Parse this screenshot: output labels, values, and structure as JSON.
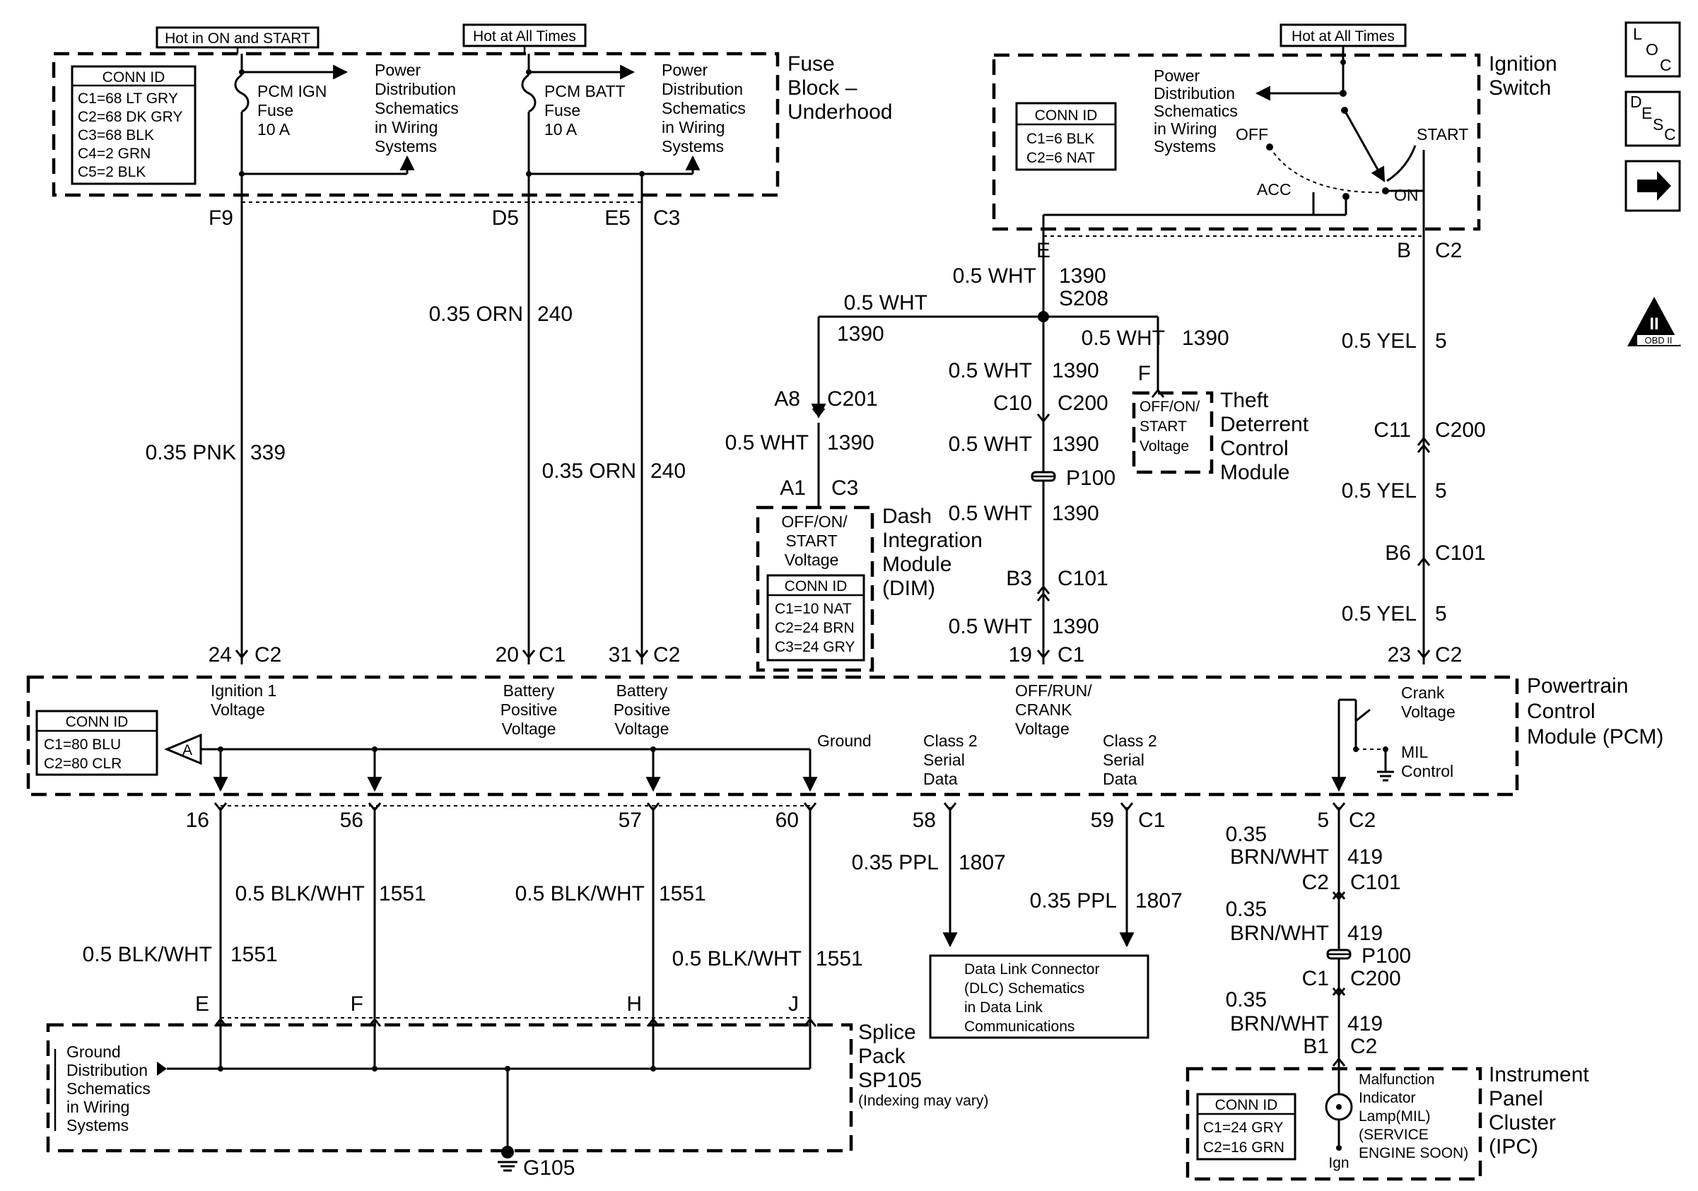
{
  "fuse_block": {
    "hot_label_1": "Hot in ON and START",
    "hot_label_2": "Hot at All Times",
    "conn_id_title": "CONN ID",
    "conn_ids": [
      "C1=68 LT GRY",
      "C2=68 DK GRY",
      "C3=68 BLK",
      "C4=2 GRN",
      "C5=2 BLK"
    ],
    "fuse1": [
      "PCM IGN",
      "Fuse",
      "10 A"
    ],
    "fuse2": [
      "PCM BATT",
      "Fuse",
      "10 A"
    ],
    "power_dist": [
      "Power",
      "Distribution",
      "Schematics",
      "in Wiring",
      "Systems"
    ],
    "name": [
      "Fuse",
      "Block –",
      "Underhood"
    ],
    "pins": {
      "f9": "F9",
      "d5": "D5",
      "e5": "E5",
      "c3": "C3"
    }
  },
  "ignition_switch": {
    "hot_label": "Hot at All Times",
    "name": [
      "Ignition",
      "Switch"
    ],
    "power_dist": [
      "Power",
      "Distribution",
      "Schematics",
      "in Wiring",
      "Systems"
    ],
    "conn_id_title": "CONN ID",
    "conn_ids": [
      "C1=6 BLK",
      "C2=6 NAT"
    ],
    "positions": {
      "off": "OFF",
      "acc": "ACC",
      "on": "ON",
      "start": "START"
    },
    "pins": {
      "e": "E",
      "b": "B",
      "c2": "C2"
    }
  },
  "side_icons": {
    "loc": [
      "L",
      "O",
      "C"
    ],
    "desc": [
      "D",
      "E",
      "S",
      "C"
    ],
    "obd": [
      "II",
      "OBD II"
    ]
  },
  "wires": {
    "w339": [
      "0.35 PNK",
      "339"
    ],
    "w240a": [
      "0.35 ORN",
      "240"
    ],
    "w240b": [
      "0.35 ORN",
      "240"
    ],
    "w1390": [
      "0.5 WHT",
      "1390"
    ],
    "s208": "S208",
    "w5": [
      "0.5 YEL",
      "5"
    ],
    "w1551": [
      "0.5 BLK/WHT",
      "1551"
    ],
    "w1807": [
      "0.35 PPL",
      "1807"
    ],
    "w419": [
      "0.35",
      "BRN/WHT",
      "419"
    ]
  },
  "connectors": {
    "c201": [
      "A8",
      "C201"
    ],
    "c3": [
      "A1",
      "C3"
    ],
    "c10": [
      "C10",
      "C200"
    ],
    "p100": "P100",
    "c101": [
      "B3",
      "C101"
    ],
    "c1_19": [
      "19",
      "C1"
    ],
    "tdcm_f": "F",
    "c11": [
      "C11",
      "C200"
    ],
    "b6": [
      "B6",
      "C101"
    ],
    "c2_23": [
      "23",
      "C2"
    ],
    "c2_24": [
      "24",
      "C2"
    ],
    "c1_20": [
      "20",
      "C1"
    ],
    "c2_31": [
      "31",
      "C2"
    ],
    "pcm_bottom": [
      "16",
      "56",
      "57",
      "60",
      "58",
      "59",
      "C1"
    ],
    "c2_5": [
      "5",
      "C2"
    ],
    "c2_c101": [
      "C2",
      "C101"
    ],
    "c1_c200": [
      "C1",
      "C200"
    ],
    "b1_c2": [
      "B1",
      "C2"
    ],
    "sp_pins": [
      "E",
      "F",
      "H",
      "J"
    ]
  },
  "dim": {
    "label": [
      "OFF/ON/",
      "START",
      "Voltage"
    ],
    "conn_id_title": "CONN ID",
    "conn_ids": [
      "C1=10 NAT",
      "C2=24 BRN",
      "C3=24 GRY"
    ],
    "name": [
      "Dash",
      "Integration",
      "Module",
      "(DIM)"
    ]
  },
  "tdcm": {
    "label": [
      "OFF/ON/",
      "START",
      "Voltage"
    ],
    "name": [
      "Theft",
      "Deterrent",
      "Control",
      "Module"
    ]
  },
  "pcm": {
    "name": [
      "Powertrain",
      "Control",
      "Module (PCM)"
    ],
    "conn_id_title": "CONN ID",
    "conn_ids": [
      "C1=80 BLU",
      "C2=80 CLR"
    ],
    "ref_a": "A",
    "ign1": [
      "Ignition 1",
      "Voltage"
    ],
    "bat1": [
      "Battery",
      "Positive",
      "Voltage"
    ],
    "bat2": [
      "Battery",
      "Positive",
      "Voltage"
    ],
    "ground": "Ground",
    "class2a": [
      "Class 2",
      "Serial",
      "Data"
    ],
    "class2b": [
      "Class 2",
      "Serial",
      "Data"
    ],
    "offrun": [
      "OFF/RUN/",
      "CRANK",
      "Voltage"
    ],
    "crank": [
      "Crank",
      "Voltage"
    ],
    "mil": [
      "MIL",
      "Control"
    ]
  },
  "dlc": [
    "Data Link Connector",
    "(DLC) Schematics",
    "in Data Link",
    "Communications"
  ],
  "splice_pack": {
    "ground_dist": [
      "Ground",
      "Distribution",
      "Schematics",
      "in Wiring",
      "Systems"
    ],
    "name": [
      "Splice",
      "Pack",
      "SP105"
    ],
    "note": "(Indexing may vary)",
    "g105": "G105"
  },
  "ipc": {
    "conn_id_title": "CONN ID",
    "conn_ids": [
      "C1=24 GRY",
      "C2=16 GRN"
    ],
    "lamp": [
      "Malfunction",
      "Indicator",
      "Lamp(MIL)",
      "(SERVICE",
      "ENGINE SOON)"
    ],
    "ign": "Ign",
    "name": [
      "Instrument",
      "Panel",
      "Cluster",
      "(IPC)"
    ]
  }
}
